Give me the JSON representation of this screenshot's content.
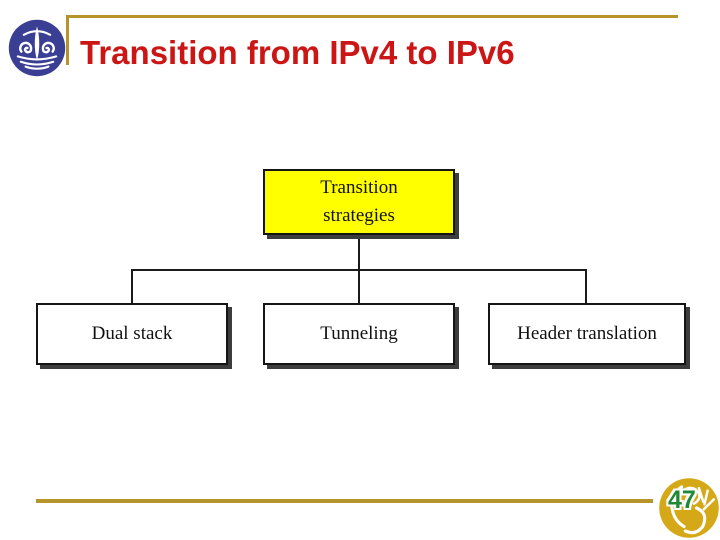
{
  "slide": {
    "title": "Transition from IPv4 to IPv6",
    "page_number": "47"
  },
  "diagram": {
    "root": {
      "label": "Transition strategies"
    },
    "children": [
      {
        "label": "Dual stack"
      },
      {
        "label": "Tunneling"
      },
      {
        "label": "Header translation"
      }
    ]
  },
  "icons": {
    "header_logo": "university-emblem-icon",
    "footer_logo": "university-seal-icon"
  },
  "colors": {
    "title_red": "#cc1616",
    "gold": "#b5952b",
    "root_fill": "#ffff00",
    "child_fill": "#ffffff",
    "logo_blue": "#3a3f94",
    "logo_gold": "#d4a817",
    "page_green": "#1f8a35",
    "connector_black": "#1a1a1a",
    "shadow_gray": "#3d3d3d"
  }
}
